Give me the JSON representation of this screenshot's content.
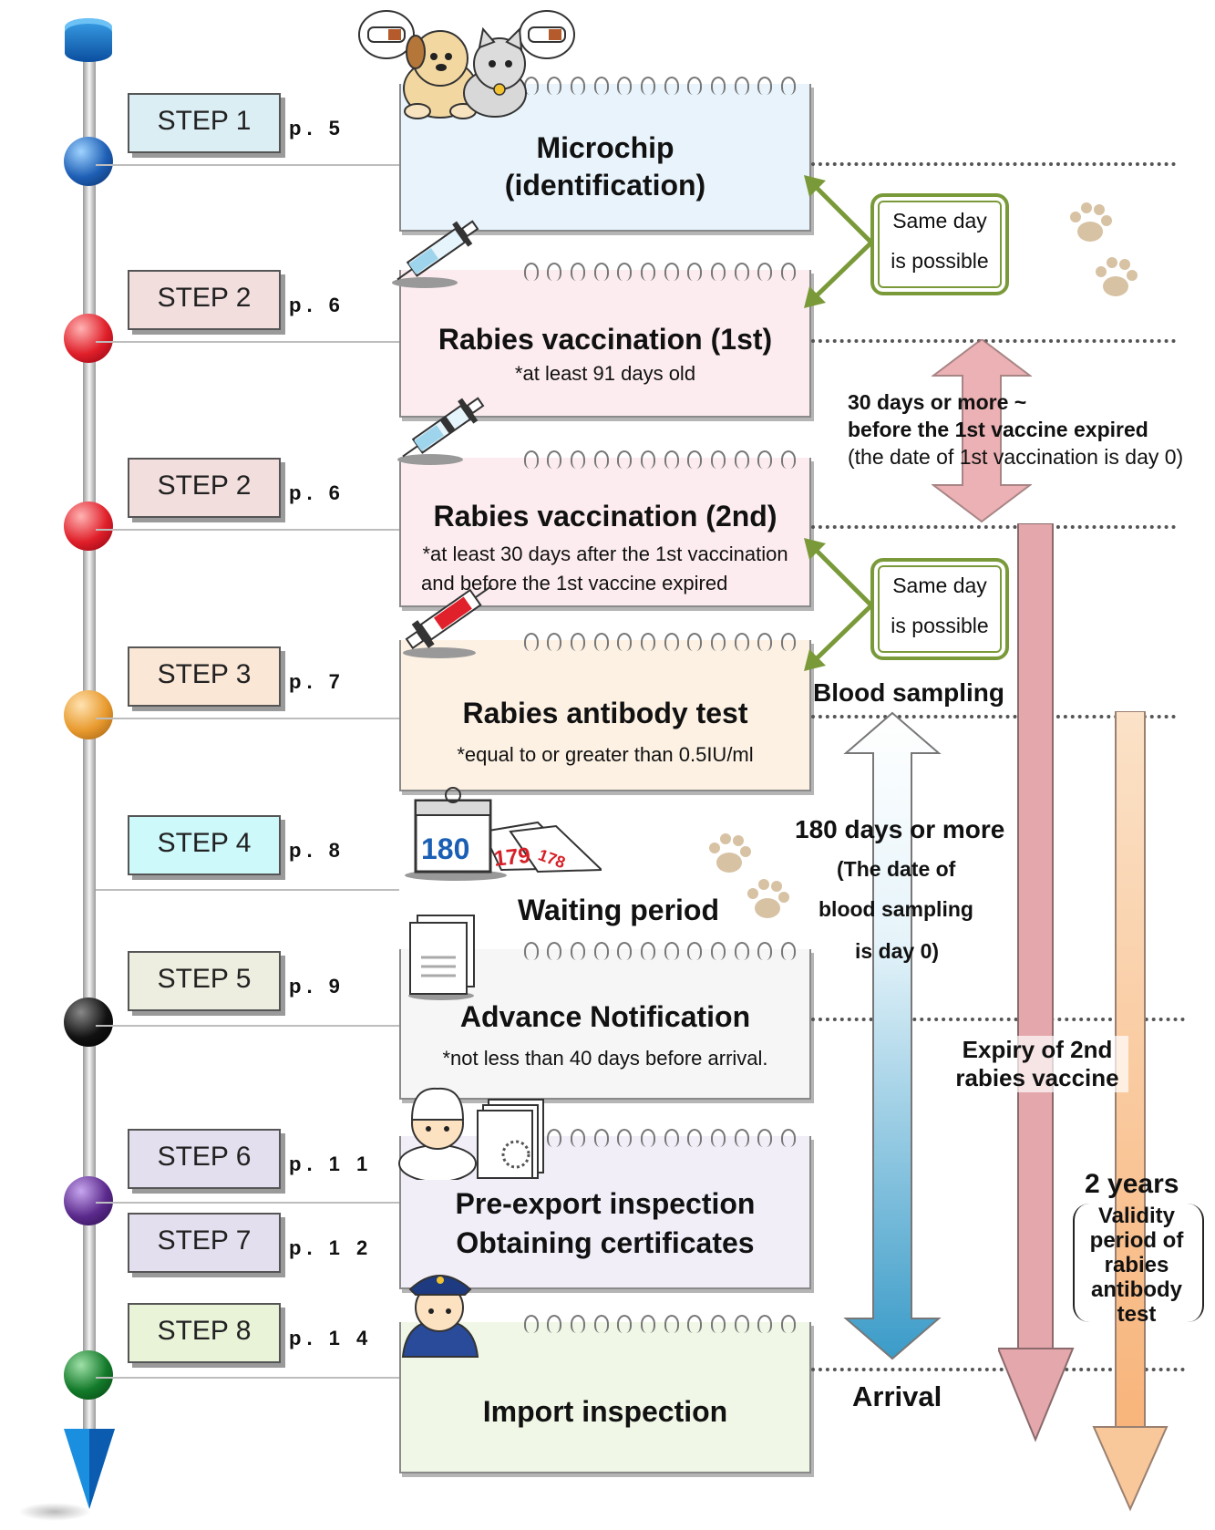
{
  "steps": [
    {
      "label": "STEP 1",
      "page": "p. 5",
      "color": "#dbeef4"
    },
    {
      "label": "STEP 2",
      "page": "p. 6",
      "color": "#f3dede"
    },
    {
      "label": "STEP 2",
      "page": "p. 6",
      "color": "#f3dede"
    },
    {
      "label": "STEP 3",
      "page": "p. 7",
      "color": "#fbe7d6"
    },
    {
      "label": "STEP 4",
      "page": "p. 8",
      "color": "#cdf9fb"
    },
    {
      "label": "STEP 5",
      "page": "p. 9",
      "color": "#eeeee0"
    },
    {
      "label": "STEP 6",
      "page": "p. 1 1",
      "color": "#e4dfee"
    },
    {
      "label": "STEP 7",
      "page": "p. 1 2",
      "color": "#e4dfee"
    },
    {
      "label": "STEP 8",
      "page": "p. 1 4",
      "color": "#e8f3d8"
    }
  ],
  "cards": {
    "microchip": {
      "title1": "Microchip",
      "title2": "(identification)"
    },
    "vacc1": {
      "title": "Rabies vaccination (1st)",
      "note": "*at least 91 days old"
    },
    "vacc2": {
      "title": "Rabies vaccination (2nd)",
      "note1": "*at least 30 days after the 1st vaccination",
      "note2": "and before the 1st vaccine expired"
    },
    "antibody": {
      "title": "Rabies antibody test",
      "note": "*equal to or greater than 0.5IU/ml"
    },
    "waiting": {
      "title": "Waiting period",
      "calendar": [
        "180",
        "179",
        "178"
      ]
    },
    "advance": {
      "title": "Advance Notification",
      "note": "*not less than 40 days before arrival."
    },
    "preexport": {
      "title1": "Pre-export inspection",
      "title2": "Obtaining certificates"
    },
    "import": {
      "title": "Import inspection"
    }
  },
  "annotations": {
    "sameday1": {
      "line1": "Same  day",
      "line2": "is possible"
    },
    "sameday2": {
      "line1": "Same day",
      "line2": "is possible"
    },
    "interval1": {
      "line1": "30 days or more  ~",
      "line2": "before the 1st vaccine expired",
      "line3": "(the date of 1st vaccination is day 0)"
    },
    "blood_sampling": "Blood sampling",
    "interval2": {
      "line1": "180 days or more",
      "line2": "(The date of",
      "line3": "blood sampling",
      "line4": "is day 0)"
    },
    "expiry": {
      "line1": "Expiry of 2nd",
      "line2": "rabies vaccine"
    },
    "validity": {
      "line1": "2 years",
      "line2": "Validity",
      "line3": "period of",
      "line4": "rabies",
      "line5": "antibody",
      "line6": "test"
    },
    "arrival": "Arrival"
  },
  "colors": {
    "blue_bead": "#1e5fb5",
    "red_bead": "#e0202a",
    "orange_bead": "#e89a2e",
    "black_bead": "#111111",
    "purple_bead": "#5b2a8c",
    "green_bead": "#137a2a",
    "green_arrow": "#7a9a3a",
    "pink_arrow": "#e4a7ab",
    "orange_arrow": "#f8c79a",
    "blue_arrow": "#4ba6cf"
  }
}
